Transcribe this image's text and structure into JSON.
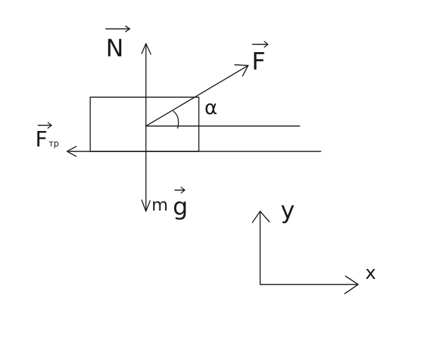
{
  "labels": {
    "normal_force": "N",
    "applied_force": "F",
    "angle": "α",
    "friction_force": "F",
    "friction_subscript": "тр",
    "gravity_m": "m",
    "gravity_g": "g",
    "axis_y": "y",
    "axis_x": "x"
  },
  "colors": {
    "ink": "#1a1a1a",
    "background": "#ffffff"
  }
}
